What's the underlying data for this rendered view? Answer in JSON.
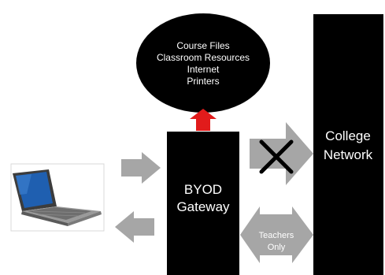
{
  "cloud": {
    "lines": [
      "Course Files",
      "Classroom Resources",
      "Internet",
      "Printers"
    ]
  },
  "gateway": {
    "lines": [
      "BYOD",
      "Gateway"
    ]
  },
  "college": {
    "lines": [
      "College",
      "Network"
    ]
  },
  "teachers": {
    "lines": [
      "Teachers",
      "Only"
    ]
  },
  "colors": {
    "black": "#000000",
    "white": "#ffffff",
    "arrow_gray": "#a6a6a6",
    "up_arrow_red": "#e11b1b",
    "laptop_screen": "#1f5fb0",
    "laptop_body": "#8c8c8c"
  },
  "icons": [
    "laptop-icon",
    "x-mark-icon",
    "up-arrow-icon"
  ]
}
